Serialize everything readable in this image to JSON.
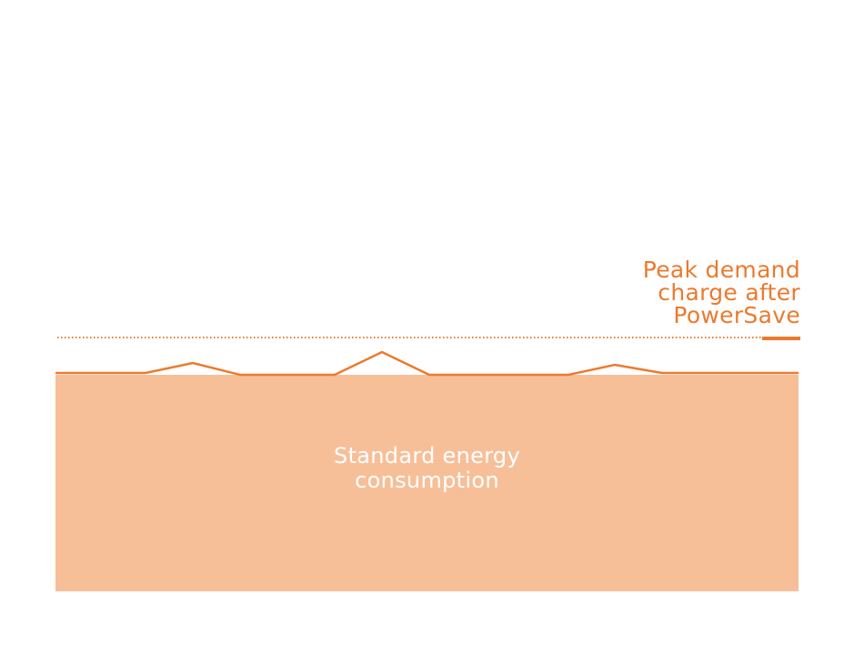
{
  "peak_label": {
    "line1": "Peak demand",
    "line2": "charge after",
    "line3": "PowerSave"
  },
  "consumption_label": {
    "line1": "Standard energy",
    "line2": "consumption"
  },
  "colors": {
    "accent": "#EC7A2E",
    "fill": "#F7BF98",
    "background": "#FFFFFF",
    "label_on_fill": "#FFFFFF"
  }
}
